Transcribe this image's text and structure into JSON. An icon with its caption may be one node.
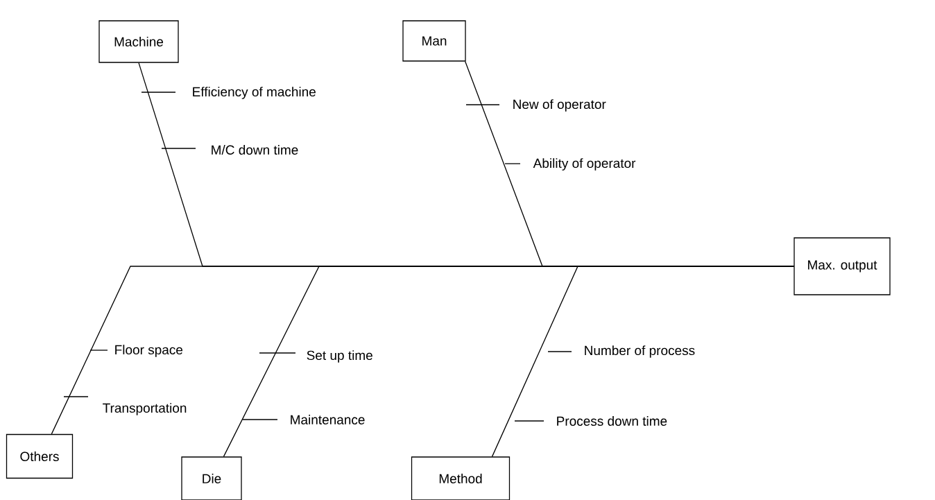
{
  "diagram": {
    "nodes": [
      {
        "text": [
          "Machine"
        ]
      },
      {
        "text": [
          "Man"
        ]
      },
      {
        "text": [
          "Efficiency of machine"
        ]
      },
      {
        "text": [
          "New of operator"
        ]
      },
      {
        "text": [
          "M/C down time"
        ]
      },
      {
        "text": [
          "Ability of operator"
        ]
      },
      {
        "text": [
          "Max. output"
        ]
      },
      {
        "text": [
          "Floor space"
        ]
      },
      {
        "text": [
          "Set up time"
        ]
      },
      {
        "text": [
          "Number of process"
        ]
      },
      {
        "text": [
          "Transportation"
        ]
      },
      {
        "text": [
          "Maintenance"
        ]
      },
      {
        "text": [
          "Process down time"
        ]
      },
      {
        "text": [
          "Others"
        ]
      },
      {
        "text": [
          "Die"
        ]
      },
      {
        "text": [
          "Method"
        ]
      }
    ],
    "edges": [
      {
        "from": 0,
        "to": 6,
        "arrow": "none"
      },
      {
        "from": 1,
        "to": 6,
        "arrow": "none"
      },
      {
        "from": 13,
        "to": 6,
        "arrow": "none"
      },
      {
        "from": 14,
        "to": 6,
        "arrow": "none"
      },
      {
        "from": 15,
        "to": 6,
        "arrow": "none"
      },
      {
        "from": 2,
        "to": null,
        "arrow": "none"
      },
      {
        "from": 3,
        "to": null,
        "arrow": "none"
      },
      {
        "from": 4,
        "to": null,
        "arrow": "none"
      },
      {
        "from": 5,
        "to": null,
        "arrow": "none"
      },
      {
        "from": 7,
        "to": null,
        "arrow": "none"
      },
      {
        "from": 8,
        "to": null,
        "arrow": "none"
      },
      {
        "from": 9,
        "to": null,
        "arrow": "none"
      },
      {
        "from": 10,
        "to": null,
        "arrow": "none"
      },
      {
        "from": 11,
        "to": null,
        "arrow": "none"
      },
      {
        "from": 12,
        "to": null,
        "arrow": "none"
      }
    ]
  }
}
